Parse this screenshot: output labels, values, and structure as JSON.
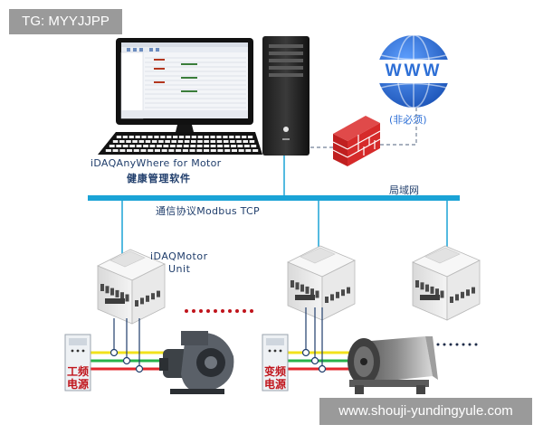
{
  "tag_badge": "TG: MYYJJPP",
  "software": {
    "name": "iDAQAnyWhere for Motor",
    "subtitle": "健康管理软件"
  },
  "internet": {
    "label": "WWW",
    "note": "(非必须)"
  },
  "network": {
    "lan_label": "局域网",
    "bus_label": "通信协议Modbus TCP"
  },
  "device": {
    "name_line1": "iDAQMotor",
    "name_line2": "Unit"
  },
  "power_sources": [
    {
      "line1": "工频",
      "line2": "电源"
    },
    {
      "line1": "变频",
      "line2": "电源"
    }
  ],
  "watermark": "www.shouji-yundingyule.com",
  "colors": {
    "bus": "#1aa3d6",
    "phase_yellow": "#f2e21c",
    "phase_green": "#27b34b",
    "phase_red": "#e2262d",
    "dots": "#c0141b",
    "globe": "#2d6fd6"
  }
}
